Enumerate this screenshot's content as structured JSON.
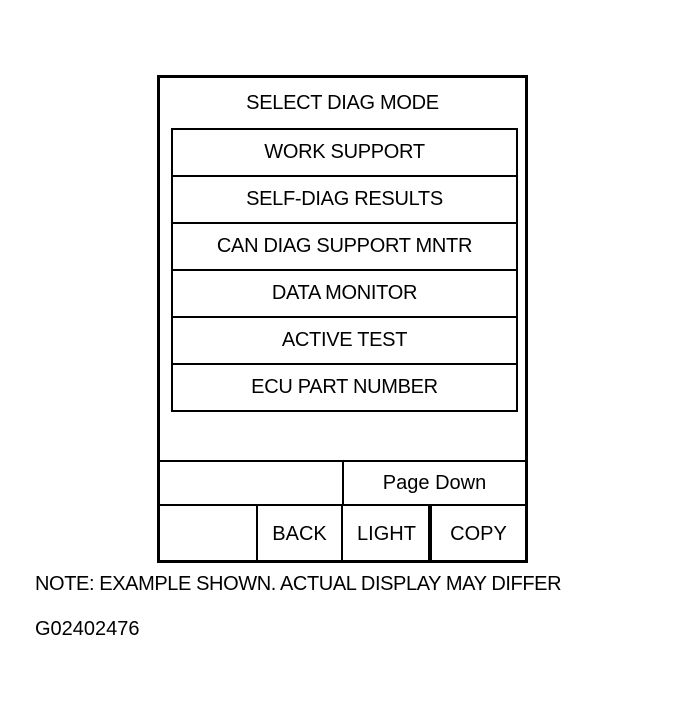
{
  "screen": {
    "title": "SELECT DIAG MODE",
    "menu_items": [
      {
        "label": "WORK SUPPORT"
      },
      {
        "label": "SELF-DIAG RESULTS"
      },
      {
        "label": "CAN DIAG SUPPORT MNTR"
      },
      {
        "label": "DATA MONITOR"
      },
      {
        "label": "ACTIVE TEST"
      },
      {
        "label": "ECU PART NUMBER"
      }
    ],
    "page_down_label": "Page Down",
    "bottom_buttons": {
      "back": "BACK",
      "light": "LIGHT",
      "copy": "COPY"
    }
  },
  "caption": {
    "note": "NOTE: EXAMPLE SHOWN. ACTUAL DISPLAY MAY DIFFER",
    "figure_code": "G02402476"
  }
}
